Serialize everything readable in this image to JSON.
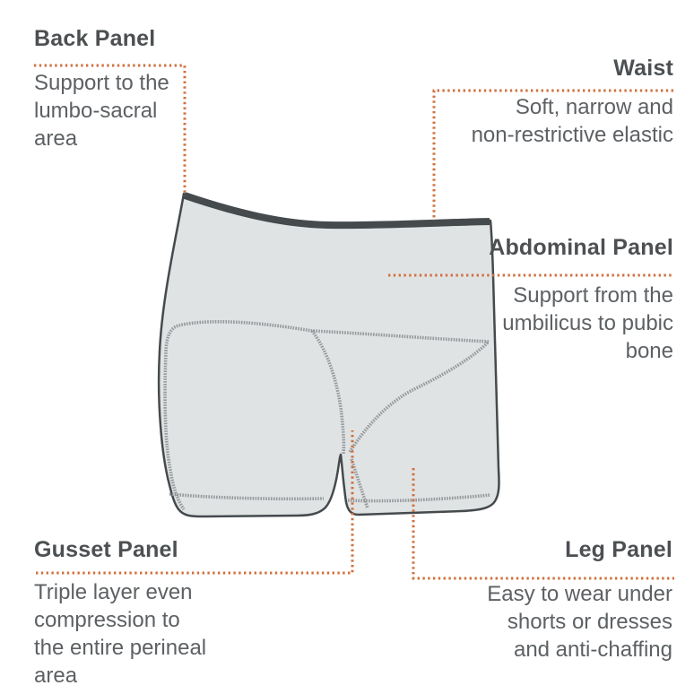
{
  "colors": {
    "accent": "#d0703e",
    "heading": "#4c5053",
    "body": "#5d6164",
    "fabric": "#e0e3e4",
    "outline": "#454a4d",
    "stitch": "#8e9396",
    "bg": "#ffffff"
  },
  "illustration": {
    "name": "compression-shorts-side-view"
  },
  "annotations": [
    {
      "id": "back-panel",
      "label": "Back Panel",
      "description": "Support to the\nlumbo-sacral\narea",
      "align": "left"
    },
    {
      "id": "waist",
      "label": "Waist",
      "description": "Soft, narrow and\nnon-restrictive elastic",
      "align": "right"
    },
    {
      "id": "abdominal-panel",
      "label": "Abdominal Panel",
      "description": "Support from the\numbilicus to pubic\nbone",
      "align": "right"
    },
    {
      "id": "gusset-panel",
      "label": "Gusset Panel",
      "description": "Triple layer even\ncompression to\nthe entire perineal\narea",
      "align": "left"
    },
    {
      "id": "leg-panel",
      "label": "Leg Panel",
      "description": "Easy to wear under\nshorts or dresses\nand anti-chaffing",
      "align": "right"
    }
  ]
}
